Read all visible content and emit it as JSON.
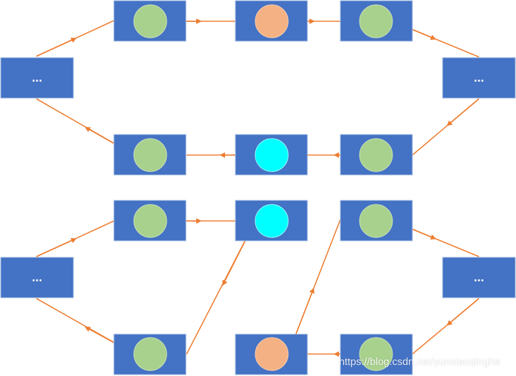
{
  "colors": {
    "node_fill": "#4472c4",
    "node_border": "#a9c0e6",
    "arrow": "#ed7d31",
    "circle_green": "#a9d18e",
    "circle_orange": "#f4b183",
    "circle_cyan": "#00ffff"
  },
  "diagram": {
    "ring_top": {
      "left_node_label": "...",
      "right_node_label": "...",
      "upper_circles": [
        "green",
        "orange",
        "green"
      ],
      "lower_circles": [
        "green",
        "cyan",
        "green"
      ]
    },
    "ring_bottom": {
      "left_node_label": "...",
      "right_node_label": "...",
      "upper_circles": [
        "green",
        "cyan",
        "green"
      ],
      "lower_circles": [
        "green",
        "orange",
        "green"
      ]
    }
  },
  "watermark": "https://blog.csdn.net/yunxiaoqinghe"
}
